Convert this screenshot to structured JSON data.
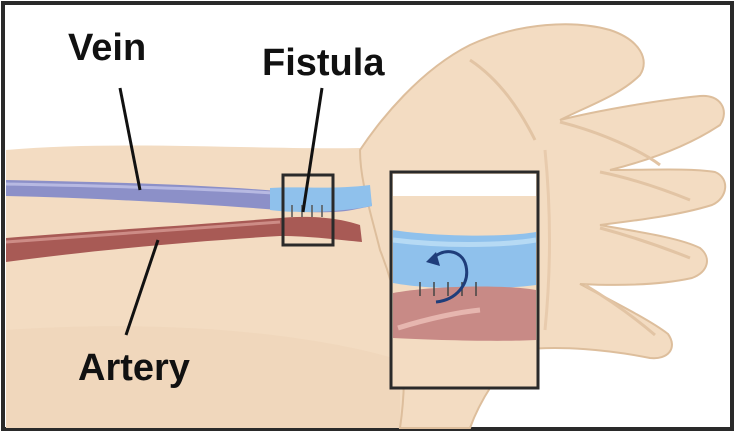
{
  "labels": {
    "vein": "Vein",
    "fistula": "Fistula",
    "artery": "Artery"
  },
  "colors": {
    "skin": "#F3DCC2",
    "skin_shadow": "#E7C9A9",
    "skin_outline": "#D9BA98",
    "vein": "#8C90C8",
    "vein_highlight": "#B7B9E2",
    "vein_in_fistula": "#8FC1EC",
    "artery": "#A85A55",
    "artery_highlight": "#CD8C86",
    "frame": "#2A2A2A",
    "text": "#111111"
  },
  "icons": {
    "fistula_flow": "curved-arrow-icon",
    "suture": "suture-stitches-icon"
  }
}
